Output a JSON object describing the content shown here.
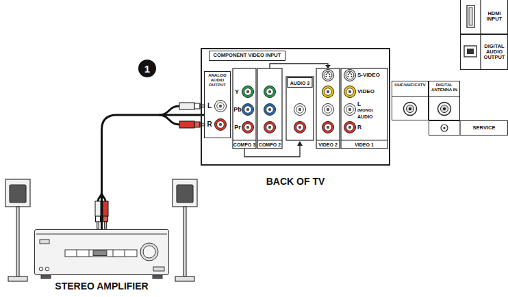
{
  "diagram": {
    "nodes": [
      {
        "text": [
          "BACK OF TV"
        ]
      },
      {
        "text": [
          "COMPONENT VIDEO INPUT"
        ],
        "in": 0
      },
      {
        "text": [
          "ANALOG AUDIO OUTPUT"
        ],
        "in": 0
      },
      {
        "text": [
          "UHF/VHF/CATV"
        ]
      },
      {
        "text": [
          "DIGITAL ANTENNA IN"
        ]
      },
      {
        "text": [
          "HDMI INPUT"
        ]
      },
      {
        "text": [
          "DIGITAL AUDIO OUTPUT"
        ]
      },
      {
        "text": [
          "SERVICE"
        ]
      },
      {
        "text": [
          "STEREO AMPLIFIER"
        ]
      }
    ],
    "edges": [
      {
        "from": 8,
        "to": 2,
        "arrow": "none"
      }
    ],
    "labels": [
      "1",
      "L",
      "R",
      "Y",
      "Pb",
      "Pr",
      "AUDIO 3",
      "S-VIDEO",
      "VIDEO",
      "L",
      "(MONO)",
      "AUDIO",
      "R",
      "COMPO 3",
      "COMPO 2",
      "VIDEO 2",
      "VIDEO 1"
    ]
  }
}
